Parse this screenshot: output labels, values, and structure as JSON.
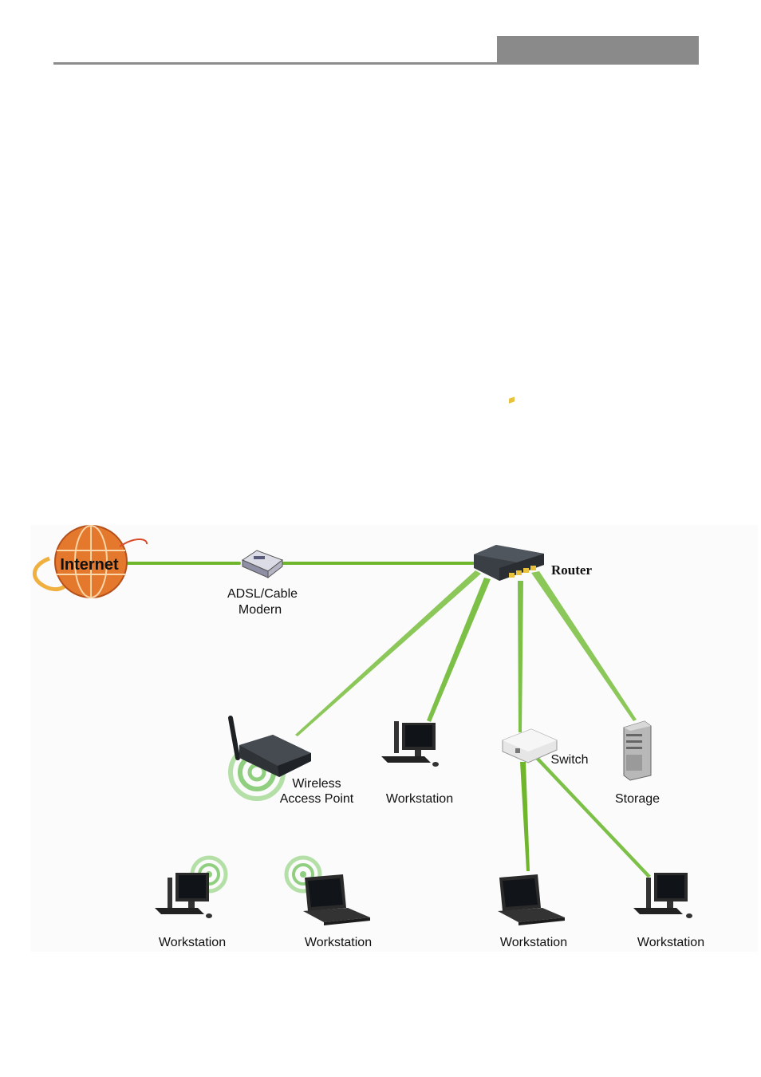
{
  "diagram": {
    "internet_label": "Internet",
    "modem_label_line1": "ADSL/Cable",
    "modem_label_line2": "Modern",
    "router_label": "Router",
    "ap_label_line1": "Wireless",
    "ap_label_line2": "Access Point",
    "workstation_label": "Workstation",
    "switch_label": "Switch",
    "storage_label": "Storage",
    "colors": {
      "link_green": "#6fb62c",
      "globe_orange": "#e4782c",
      "background_panel": "#fbfbfb",
      "wireless_ring": "#8fcf7f"
    }
  }
}
